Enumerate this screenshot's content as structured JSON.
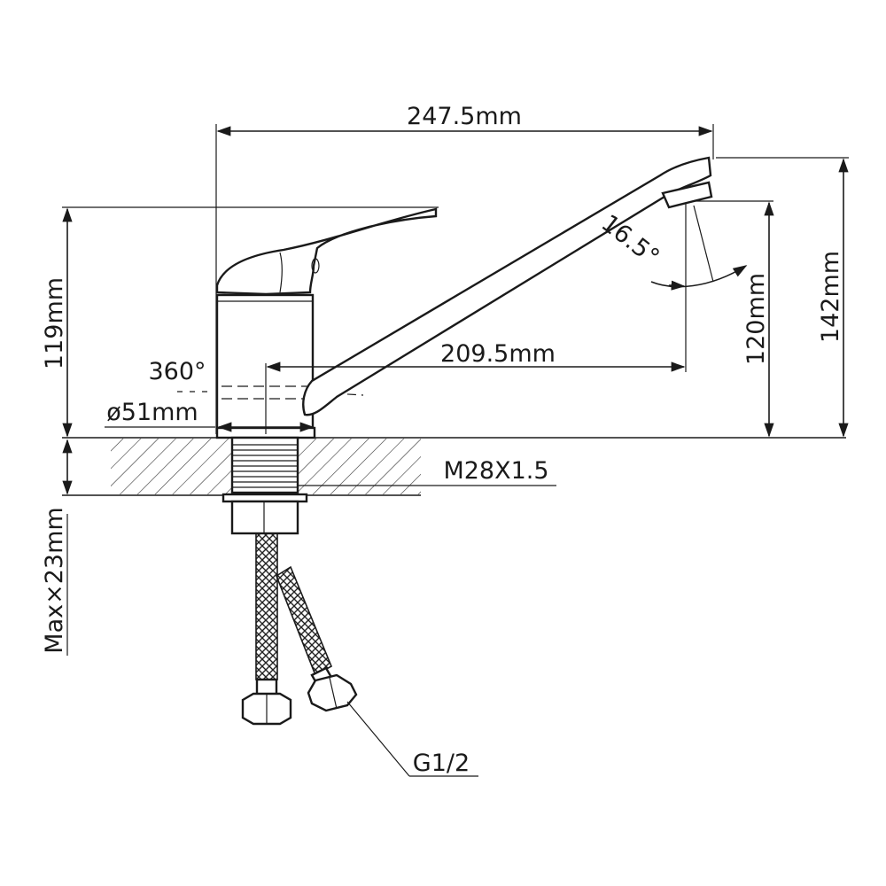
{
  "dimensions": {
    "total_length": "247.5mm",
    "spout_reach": "209.5mm",
    "body_height": "119mm",
    "spout_height": "120mm",
    "total_height": "142mm",
    "spout_angle": "16.5°",
    "rotation": "360°",
    "base_diameter": "ø51mm",
    "thread": "M28X1.5",
    "max_counter_thickness": "Max×23mm",
    "hose_connection": "G1/2"
  }
}
